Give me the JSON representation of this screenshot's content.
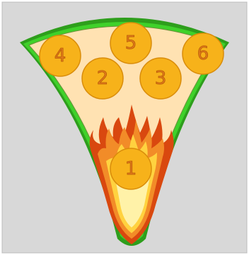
{
  "scene": {
    "background_color": "#d8d8d8",
    "outline_color": "#3fd12a",
    "panel_fill": "#ffe2b2",
    "flame_colors": [
      "#d9480f",
      "#f28c28",
      "#ffd23f",
      "#fff2a8"
    ],
    "circle_fill": "#f7b21a",
    "circle_stroke": "#d98c0a",
    "number_color": "#e07a1a"
  },
  "slots": [
    {
      "id": "slot-4",
      "label": "4"
    },
    {
      "id": "slot-5",
      "label": "5"
    },
    {
      "id": "slot-6",
      "label": "6"
    },
    {
      "id": "slot-2",
      "label": "2"
    },
    {
      "id": "slot-3",
      "label": "3"
    },
    {
      "id": "slot-1",
      "label": "1"
    }
  ]
}
